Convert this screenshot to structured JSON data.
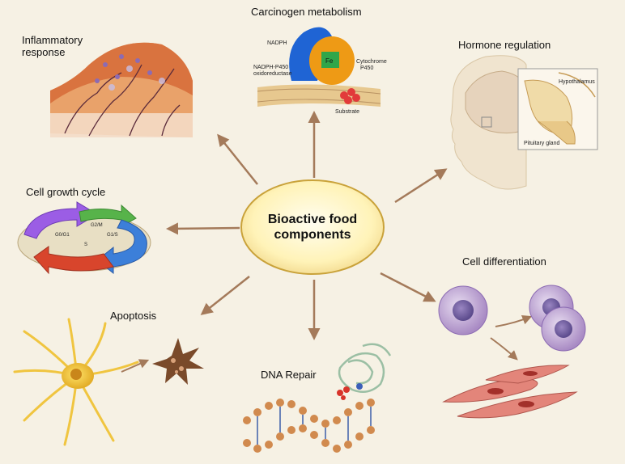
{
  "center": {
    "line1": "Bioactive food",
    "line2": "components"
  },
  "nodes": {
    "inflammatory_line1": "Inflammatory",
    "inflammatory_line2": "response",
    "carcinogen": "Carcinogen metabolism",
    "hormone": "Hormone regulation",
    "cell_growth": "Cell  growth cycle",
    "cell_diff": "Cell differentiation",
    "apoptosis": "Apoptosis",
    "dna_repair": "DNA Repair"
  },
  "carcinogen_parts": {
    "nadph": "NADPH",
    "reductase_line1": "NADPH-P450",
    "reductase_line2": "oxidoreductase",
    "cyto_line1": "Cytochrome",
    "cyto_line2": "P450",
    "fe": "Fe",
    "substrate": "Substrate"
  },
  "hormone_parts": {
    "hypothalamus": "Hypothalamus",
    "pituitary": "Pituitary gland"
  },
  "cycle_parts": {
    "g0g1": "G0/G1",
    "g2m": "G2/M",
    "s": "S",
    "g1s": "G1/S"
  },
  "colors": {
    "background": "#f6f1e4",
    "arrow": "#a47a5a",
    "ellipse_fill": "#fff6c4",
    "ellipse_stroke": "#c9a23a"
  }
}
